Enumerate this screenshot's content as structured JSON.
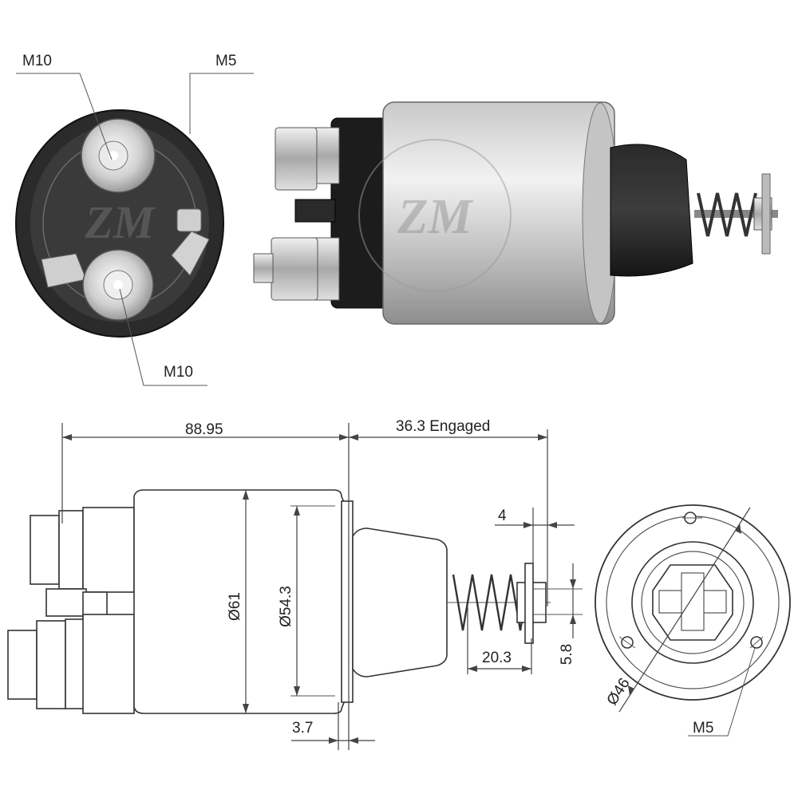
{
  "callouts": {
    "top_m10": "M10",
    "top_m5": "M5",
    "bottom_m10": "M10",
    "rear_m5": "M5"
  },
  "dimensions": {
    "length": "88.95",
    "engaged": "36.3 Engaged",
    "diameter_outer": "Ø61",
    "diameter_inner": "Ø54.3",
    "flange": "3.7",
    "plunger_tip": "4",
    "plunger_length": "20.3",
    "plunger_diameter": "5.8",
    "bolt_circle": "Ø46"
  },
  "colors": {
    "line": "#333333",
    "shell_light": "#e8e8e8",
    "shell_dark": "#9a9a9a",
    "cap_black": "#1e1e1e"
  }
}
